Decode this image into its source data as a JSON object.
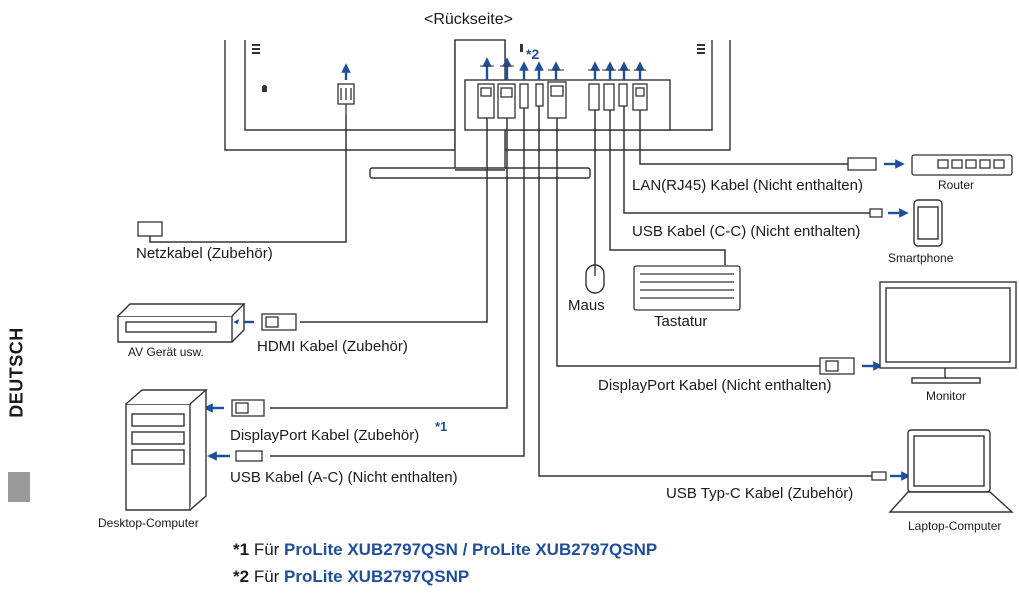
{
  "title": "<Rückseite>",
  "marks": {
    "ast1": "*1",
    "ast2": "*2"
  },
  "side_label": "DEUTSCH",
  "labels": {
    "netzkabel": "Netzkabel (Zubehör)",
    "hdmi": "HDMI Kabel (Zubehör)",
    "av": "AV Gerät usw.",
    "dp_acc": "DisplayPort Kabel (Zubehör)",
    "usb_ac": "USB Kabel (A-C) (Nicht enthalten)",
    "desktop": "Desktop-Computer",
    "lan": "LAN(RJ45) Kabel (Nicht enthalten)",
    "router": "Router",
    "usb_cc": "USB Kabel (C-C) (Nicht enthalten)",
    "smartphone": "Smartphone",
    "maus": "Maus",
    "tastatur": "Tastatur",
    "dp_ne": "DisplayPort Kabel (Nicht enthalten)",
    "monitor": "Monitor",
    "usbtypc": "USB Typ-C Kabel (Zubehör)",
    "laptop": "Laptop-Computer"
  },
  "notes": [
    {
      "mark": "*1",
      "prefix": "Für",
      "models": "ProLite XUB2797QSN / ProLite XUB2797QSNP"
    },
    {
      "mark": "*2",
      "prefix": "Für",
      "models": "ProLite XUB2797QSNP"
    }
  ],
  "colors": {
    "accent": "#1f4e9c",
    "line": "#333333",
    "tab": "#9a9a9a"
  }
}
